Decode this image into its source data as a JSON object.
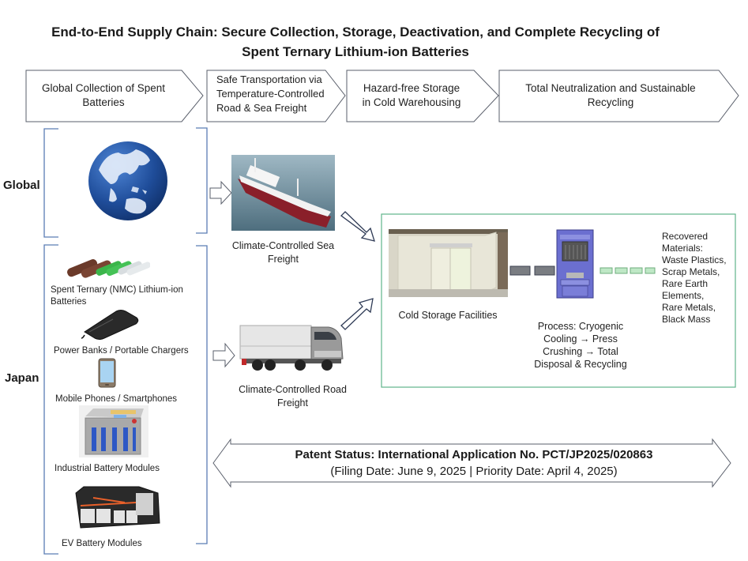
{
  "title": {
    "line1": "End-to-End Supply Chain: Secure Collection, Storage, Deactivation, and Complete Recycling of",
    "line2": "Spent Ternary Lithium-ion Batteries"
  },
  "stages": [
    {
      "lines": [
        "Global Collection of Spent",
        "Batteries"
      ]
    },
    {
      "lines": [
        "Safe Transportation via",
        "Temperature-Controlled",
        "Road & Sea Freight"
      ]
    },
    {
      "lines": [
        "Hazard-free Storage",
        "in Cold Warehousing"
      ]
    },
    {
      "lines": [
        "Total Neutralization and Sustainable",
        "Recycling"
      ]
    }
  ],
  "regions": {
    "global": "Global",
    "japan": "Japan"
  },
  "sources": {
    "globe_icon": "globe-icon",
    "items": [
      {
        "icon": "cylindrical-batteries-icon",
        "lines": [
          "Spent Ternary (NMC) Lithium-ion",
          "Batteries"
        ]
      },
      {
        "icon": "power-bank-icon",
        "lines": [
          "Power Banks / Portable Chargers"
        ]
      },
      {
        "icon": "smartphone-icon",
        "lines": [
          "Mobile Phones / Smartphones"
        ]
      },
      {
        "icon": "industrial-battery-module-icon",
        "lines": [
          "Industrial Battery Modules"
        ]
      },
      {
        "icon": "ev-battery-pack-icon",
        "lines": [
          "EV Battery Modules"
        ]
      }
    ]
  },
  "transport": {
    "sea": {
      "icon": "cargo-ship-icon",
      "lines": [
        "Climate-Controlled Sea",
        "Freight"
      ]
    },
    "road": {
      "icon": "truck-icon",
      "lines": [
        "Climate-Controlled Road",
        "Freight"
      ]
    }
  },
  "facility": {
    "cold_storage": {
      "icon": "cold-storage-room-icon",
      "label": "Cold Storage Facilities"
    },
    "process": {
      "icon": "press-crusher-machine-icon",
      "lines": [
        "Process: Cryogenic",
        "Cooling → Press",
        "Crushing → Total",
        "Disposal & Recycling"
      ]
    },
    "recovered": {
      "lines": [
        "Recovered",
        "Materials:",
        "Waste Plastics,",
        "Scrap Metals,",
        "Rare Earth",
        "Elements,",
        "Rare Metals,",
        "Black Mass"
      ]
    }
  },
  "patent": {
    "line1": "Patent Status: International Application No. PCT/JP2025/020863",
    "line2": "(Filing Date: June 9, 2025 | Priority Date: April 4, 2025)"
  },
  "colors": {
    "outline": "#5a5f6b",
    "bracket": "#5b7db5",
    "facility_border": "#5fb38a",
    "globe_blue": "#1f4d9a",
    "machine_blue": "#6b6fd0",
    "conveyor_gray": "#7a7d82",
    "conveyor_green": "#bfe8c6",
    "arrow_outline": "#2e3a55"
  }
}
